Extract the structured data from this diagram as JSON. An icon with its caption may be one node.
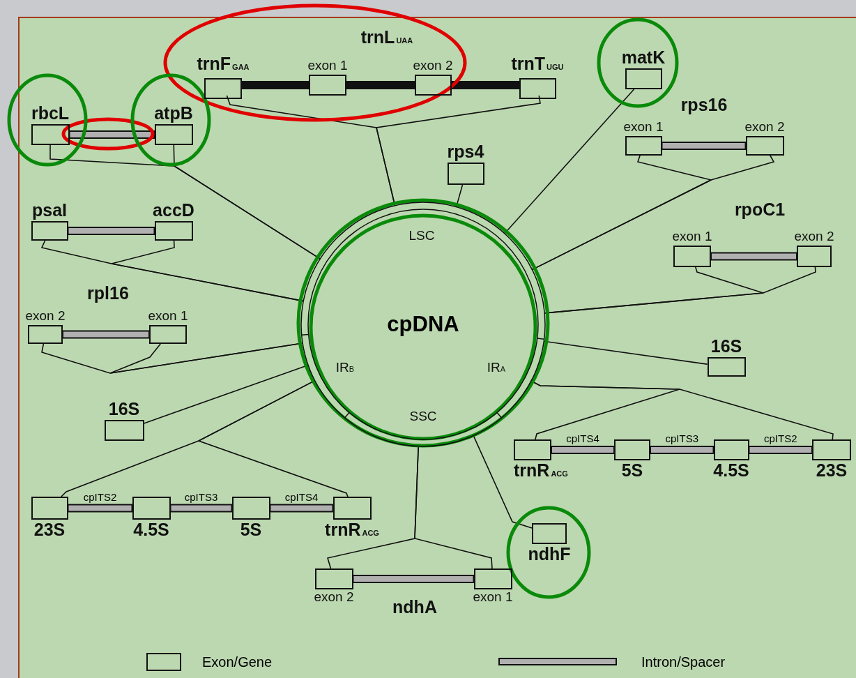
{
  "diagram": {
    "nodes": [
      {
        "text": [
          "cpDNA"
        ]
      },
      {
        "text": [
          "rbcL"
        ]
      },
      {
        "text": [
          "atpB"
        ]
      },
      {
        "text": [
          "trnF$_{GAA}$"
        ]
      },
      {
        "text": [
          "exon 1"
        ]
      },
      {
        "text": [
          "exon 2"
        ]
      },
      {
        "text": [
          "trnT$_{UGU}$"
        ]
      },
      {
        "text": [
          "matK"
        ]
      },
      {
        "text": [
          "rps4"
        ]
      },
      {
        "text": [
          "exon 1"
        ]
      },
      {
        "text": [
          "exon 2"
        ]
      },
      {
        "text": [
          "psaI"
        ]
      },
      {
        "text": [
          "accD"
        ]
      },
      {
        "text": [
          "exon 1"
        ]
      },
      {
        "text": [
          "exon 2"
        ]
      },
      {
        "text": [
          "exon 2"
        ]
      },
      {
        "text": [
          "exon 1"
        ]
      },
      {
        "text": [
          "16S"
        ]
      },
      {
        "text": [
          "16S"
        ]
      },
      {
        "text": [
          "23S"
        ]
      },
      {
        "text": [
          "4.5S"
        ]
      },
      {
        "text": [
          "5S"
        ]
      },
      {
        "text": [
          "trnR$_{ACG}$"
        ]
      },
      {
        "text": [
          "trnR$_{ACG}$"
        ]
      },
      {
        "text": [
          "5S"
        ]
      },
      {
        "text": [
          "4.5S"
        ]
      },
      {
        "text": [
          "23S"
        ]
      },
      {
        "text": [
          "ndhF"
        ]
      },
      {
        "text": [
          "exon 2"
        ]
      },
      {
        "text": [
          "exon 1"
        ]
      }
    ],
    "edges": [
      {
        "from": 1,
        "to": 2,
        "arrow": "none",
        "style": "thick",
        "color": "#b0b0b0"
      },
      {
        "from": 3,
        "to": 4,
        "arrow": "none",
        "style": "thick"
      },
      {
        "from": 4,
        "to": 5,
        "arrow": "none",
        "style": "thick"
      },
      {
        "from": 5,
        "to": 6,
        "arrow": "none",
        "style": "thick"
      },
      {
        "from": 9,
        "to": 10,
        "arrow": "none",
        "style": "thick",
        "color": "#b0b0b0"
      },
      {
        "from": 11,
        "to": 12,
        "arrow": "none",
        "style": "thick",
        "color": "#b0b0b0"
      },
      {
        "from": 13,
        "to": 14,
        "arrow": "none",
        "style": "thick",
        "color": "#b0b0b0"
      },
      {
        "from": 15,
        "to": 16,
        "arrow": "none",
        "style": "thick",
        "color": "#b0b0b0"
      },
      {
        "from": 19,
        "to": 20,
        "arrow": "none",
        "style": "thick",
        "color": "#b0b0b0",
        "label": "cpITS2"
      },
      {
        "from": 20,
        "to": 21,
        "arrow": "none",
        "style": "thick",
        "color": "#b0b0b0",
        "label": "cpITS3"
      },
      {
        "from": 21,
        "to": 22,
        "arrow": "none",
        "style": "thick",
        "color": "#b0b0b0",
        "label": "cpITS4"
      },
      {
        "from": 23,
        "to": 24,
        "arrow": "none",
        "style": "thick",
        "color": "#b0b0b0",
        "label": "cpITS4"
      },
      {
        "from": 24,
        "to": 25,
        "arrow": "none",
        "style": "thick",
        "color": "#b0b0b0",
        "label": "cpITS3"
      },
      {
        "from": 25,
        "to": 26,
        "arrow": "none",
        "style": "thick",
        "color": "#b0b0b0",
        "label": "cpITS2"
      },
      {
        "from": 28,
        "to": 29,
        "arrow": "none",
        "style": "thick",
        "color": "#b0b0b0"
      },
      {
        "from": 0,
        "to": 1,
        "arrow": "none"
      },
      {
        "from": 0,
        "to": 2,
        "arrow": "none"
      },
      {
        "from": 0,
        "to": 3,
        "arrow": "none"
      },
      {
        "from": 0,
        "to": 6,
        "arrow": "none"
      },
      {
        "from": 0,
        "to": 7,
        "arrow": "none"
      },
      {
        "from": 0,
        "to": 8,
        "arrow": "none"
      },
      {
        "from": 0,
        "to": 9,
        "arrow": "none"
      },
      {
        "from": 0,
        "to": 10,
        "arrow": "none"
      },
      {
        "from": 0,
        "to": 11,
        "arrow": "none"
      },
      {
        "from": 0,
        "to": 12,
        "arrow": "none"
      },
      {
        "from": 0,
        "to": 13,
        "arrow": "none"
      },
      {
        "from": 0,
        "to": 14,
        "arrow": "none"
      },
      {
        "from": 0,
        "to": 15,
        "arrow": "none"
      },
      {
        "from": 0,
        "to": 16,
        "arrow": "none"
      },
      {
        "from": 0,
        "to": 17,
        "arrow": "none"
      },
      {
        "from": 0,
        "to": 18,
        "arrow": "none"
      },
      {
        "from": 0,
        "to": 19,
        "arrow": "none"
      },
      {
        "from": 0,
        "to": 22,
        "arrow": "none"
      },
      {
        "from": 0,
        "to": 23,
        "arrow": "none"
      },
      {
        "from": 0,
        "to": 26,
        "arrow": "none"
      },
      {
        "from": 0,
        "to": 27,
        "arrow": "none"
      },
      {
        "from": 0,
        "to": 28,
        "arrow": "none"
      },
      {
        "from": 0,
        "to": 29,
        "arrow": "none"
      }
    ],
    "labels": [
      "trnL$_{UAA}$",
      "rps16",
      "rpoC1",
      "LSC",
      "rpl16",
      "IR$_{B}$",
      "IR$_{A}$",
      "SSC",
      "ndhA"
    ],
    "legend": [
      {
        "text": "Exon/Gene"
      },
      {
        "text": "Intron/Spacer"
      }
    ]
  }
}
